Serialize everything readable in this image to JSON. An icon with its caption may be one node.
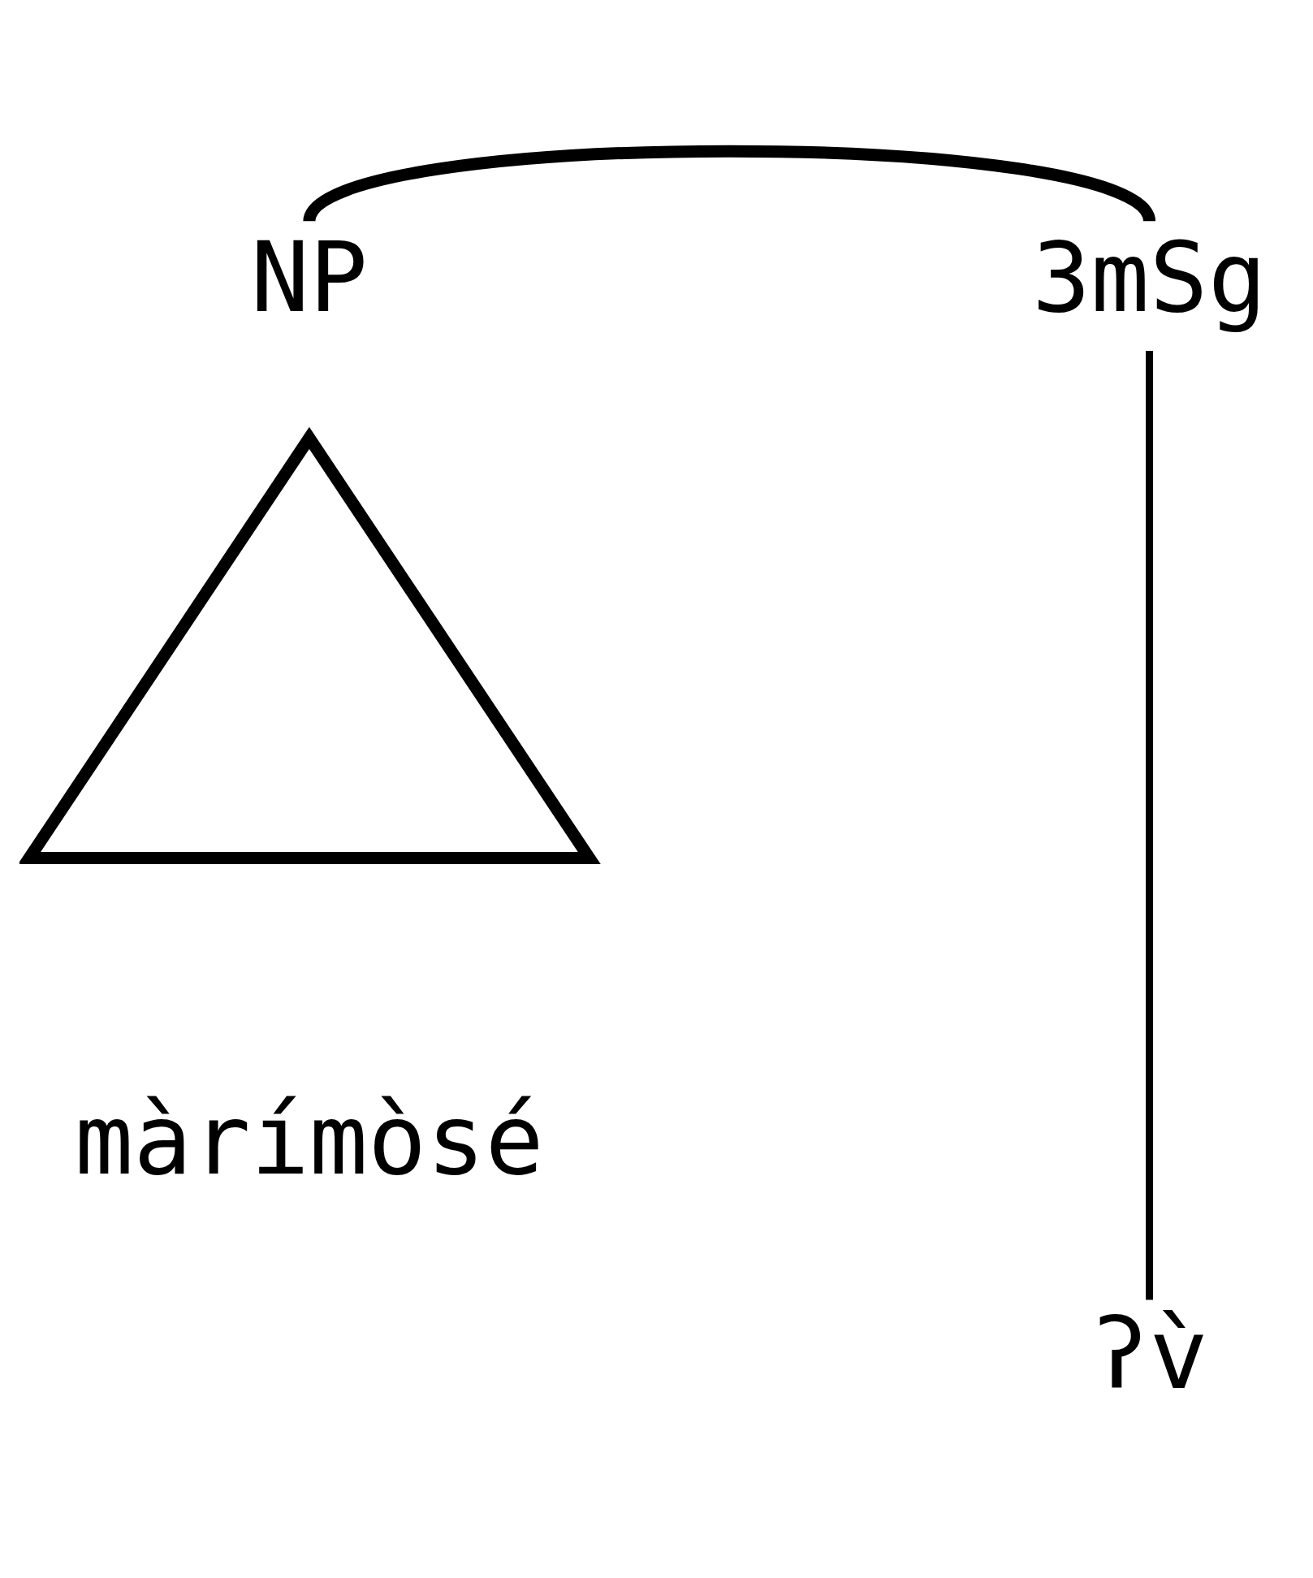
{
  "diagram": {
    "nodes": [
      {
        "text": [
          "NP"
        ]
      },
      {
        "text": [
          "3mSg"
        ]
      },
      {
        "text": [],
        "shape": "triangle",
        "beside": [
          "màrímòsé"
        ]
      },
      {
        "text": [
          "ʔv̀"
        ]
      }
    ],
    "edges": [
      {
        "from": 0,
        "to": 1,
        "arrow": "none"
      },
      {
        "from": 1,
        "to": 3,
        "arrow": "none"
      }
    ]
  }
}
